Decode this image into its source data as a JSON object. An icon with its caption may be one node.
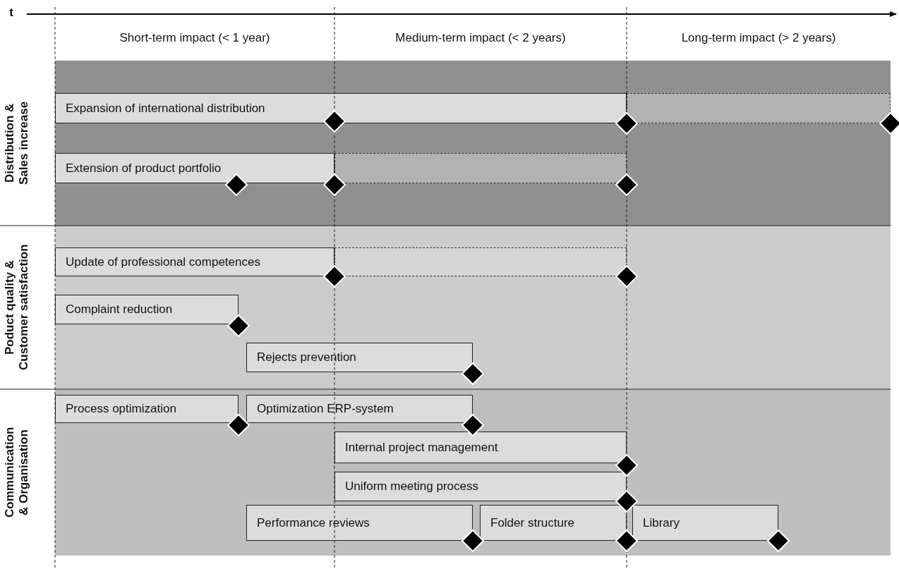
{
  "diagram": {
    "nodes": [
      {
        "text": [
          "Distribution & Sales increase"
        ]
      },
      {
        "text": [
          "Expansion of international distribution"
        ],
        "in": 0
      },
      {
        "text": [],
        "shape": "bar",
        "in": 0
      },
      {
        "text": [
          "Extension of product portfolio"
        ],
        "in": 0
      },
      {
        "text": [],
        "shape": "bar",
        "in": 0
      },
      {
        "text": [
          "Poduct quality & Customer satisfaction"
        ]
      },
      {
        "text": [
          "Update of professional competences"
        ],
        "in": 5
      },
      {
        "text": [],
        "shape": "bar",
        "in": 5
      },
      {
        "text": [
          "Complaint reduction"
        ],
        "in": 5
      },
      {
        "text": [
          "Rejects prevention"
        ],
        "in": 5
      },
      {
        "text": [
          "Communication & Organisation"
        ]
      },
      {
        "text": [
          "Process optimization"
        ],
        "in": 10
      },
      {
        "text": [
          "Optimization ERP-system"
        ],
        "in": 10
      },
      {
        "text": [
          "Internal project management"
        ],
        "in": 10
      },
      {
        "text": [
          "Uniform meeting process"
        ],
        "in": 10
      },
      {
        "text": [
          "Performance reviews"
        ],
        "in": 10
      },
      {
        "text": [
          "Folder structure"
        ],
        "in": 10
      },
      {
        "text": [
          "Library"
        ],
        "in": 10
      }
    ],
    "labels": [
      "t",
      "Short-term impact (< 1 year)",
      "Medium-term impact (< 2 years)",
      "Long-term impact (> 2 years)"
    ]
  }
}
